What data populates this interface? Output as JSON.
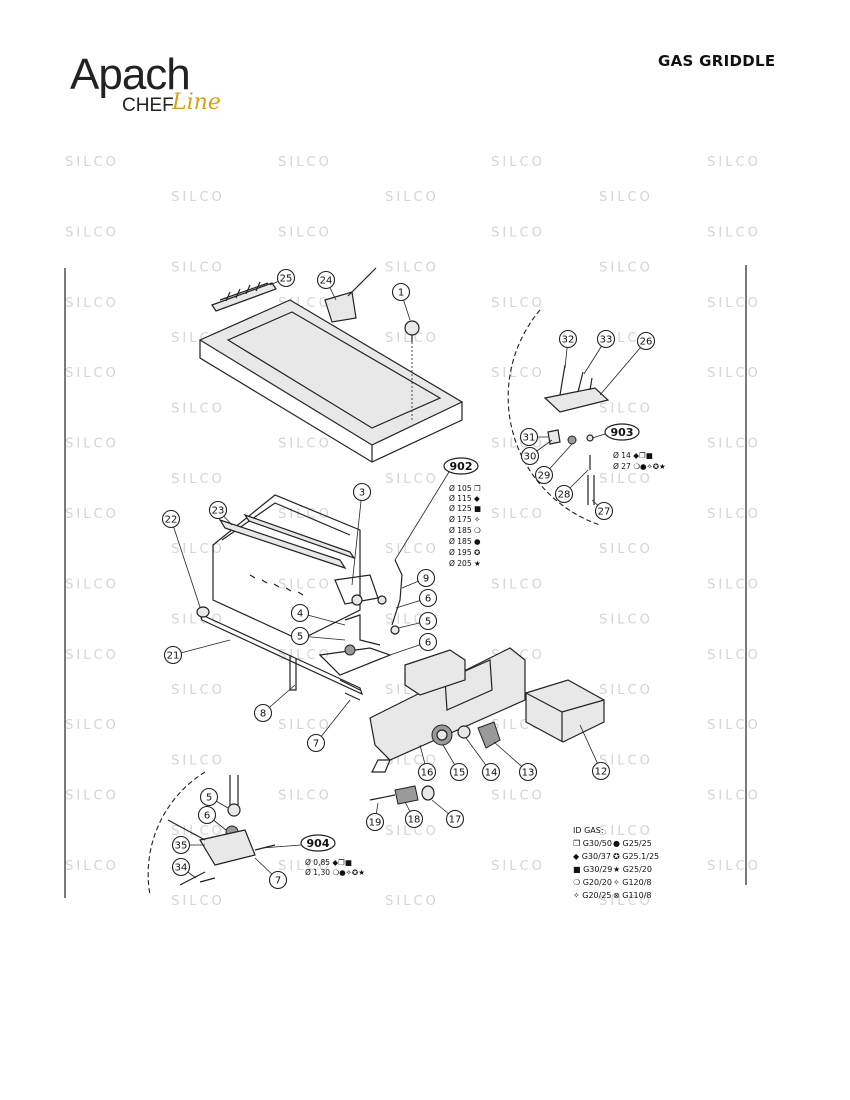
{
  "header": {
    "brand": "Apach",
    "brand_sub": "CHEF",
    "brand_script": "Line",
    "title": "GAS GRIDDLE"
  },
  "watermark": "SILCO",
  "part_numbers": [
    "1",
    "3",
    "4",
    "5",
    "5",
    "5",
    "6",
    "6",
    "6",
    "7",
    "7",
    "8",
    "9",
    "12",
    "13",
    "14",
    "15",
    "16",
    "17",
    "18",
    "19",
    "21",
    "22",
    "23",
    "24",
    "25",
    "26",
    "27",
    "28",
    "29",
    "30",
    "31",
    "32",
    "33",
    "34",
    "35"
  ],
  "callouts": {
    "902": {
      "label": "902",
      "specs": [
        "Ø 105 ❒",
        "Ø 115 ◆",
        "Ø 125 ■",
        "Ø 175 ✧",
        "Ø 185 ❍",
        "Ø 185 ●",
        "Ø 195 ✪",
        "Ø 205 ★"
      ]
    },
    "903": {
      "label": "903",
      "specs": [
        "Ø 14 ◆❒■",
        "Ø 27 ❍●✧✪★"
      ]
    },
    "904": {
      "label": "904",
      "specs": [
        "Ø 0,85 ◆❒■",
        "Ø 1,30 ❍●✧✪★"
      ]
    }
  },
  "gas_legend": {
    "title": "ID GAS:",
    "left": [
      "❒ G30/50",
      "◆ G30/37",
      "■ G30/29",
      "❍ G20/20",
      "✧ G20/25"
    ],
    "right": [
      "● G25/25",
      "✪ G25.1/25",
      "★ G25/20",
      "✧ G120/8",
      "⊗ G110/8"
    ]
  }
}
